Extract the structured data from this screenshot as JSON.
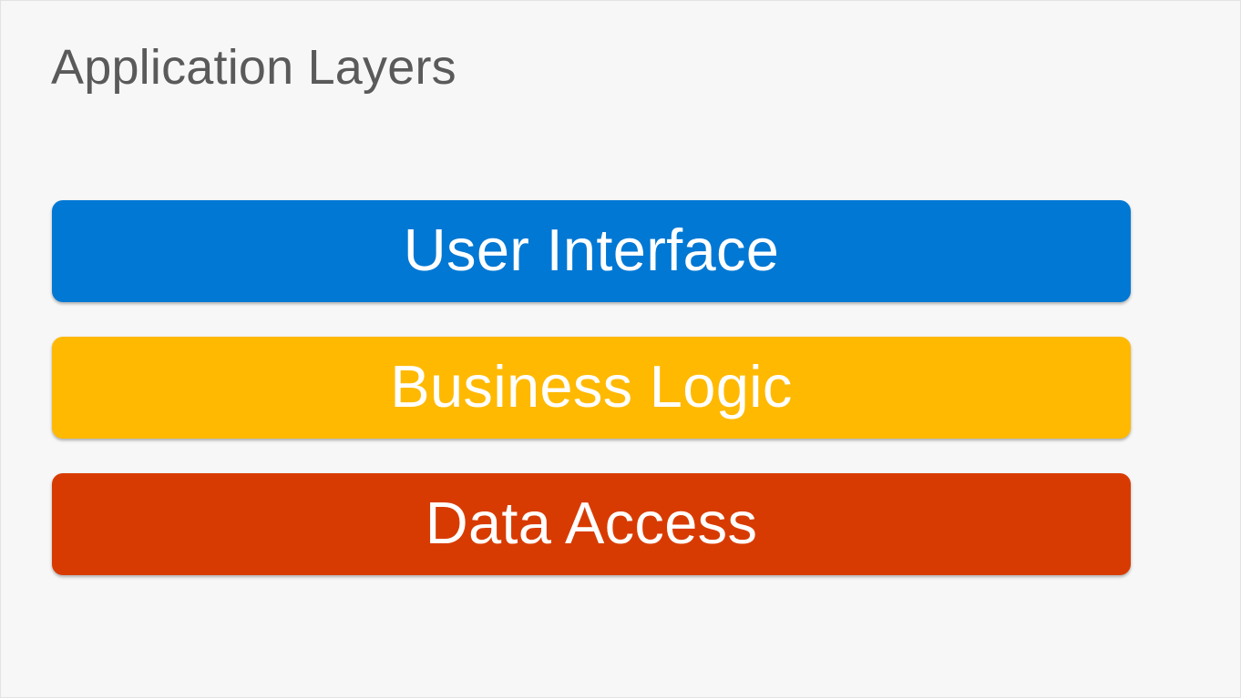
{
  "slide": {
    "title": "Application Layers",
    "background_color": "#F7F7F7",
    "title_color": "#5A5A5A",
    "border_color": "#E3E3E3"
  },
  "diagram": {
    "type": "layered-stack",
    "orientation": "vertical",
    "layers": [
      {
        "label": "User Interface",
        "color": "#0078D4",
        "text_color": "#FFFFFF",
        "order": 1
      },
      {
        "label": "Business Logic",
        "color": "#FFB900",
        "text_color": "#FFFFFF",
        "order": 2
      },
      {
        "label": "Data Access",
        "color": "#D83B01",
        "text_color": "#FFFFFF",
        "order": 3
      }
    ]
  }
}
